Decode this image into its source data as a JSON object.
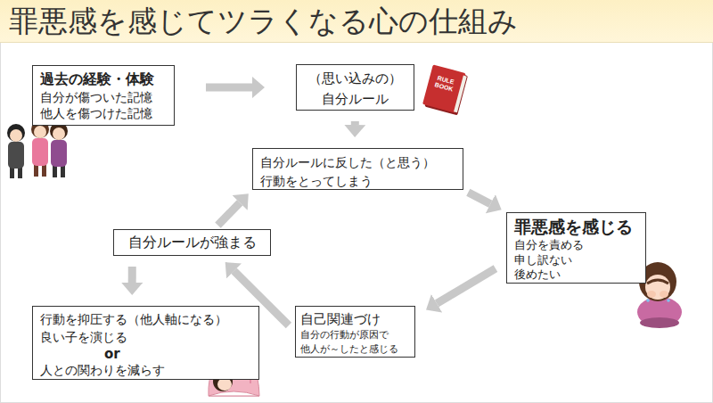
{
  "diagram": {
    "title": "罪悪感を感じてツラくなる心の仕組み",
    "nodes": [
      {
        "text": [
          "過去の経験・体験",
          "自分が傷ついた記憶 他人を傷つけた記憶"
        ]
      },
      {
        "text": [
          "（思い込みの） 自分ルール"
        ]
      },
      {
        "text": [
          "自分ルールに反した（と思う） 行動をとってしまう"
        ]
      },
      {
        "text": [
          "罪悪感を感じる",
          "自分を責める 申し訳ない 後めたい"
        ]
      },
      {
        "text": [
          "自己関連づけ",
          "自分の行動が原因で 他人が～したと感じる"
        ]
      },
      {
        "text": [
          "自分ルールが強まる"
        ]
      },
      {
        "text": [
          "行動を抑圧する（他人軸になる） 良い子を演じる",
          "or",
          "人との関わりを減らす"
        ]
      }
    ],
    "edges": [
      {
        "from": 0,
        "to": 1,
        "arrow": "to"
      },
      {
        "from": 1,
        "to": 2,
        "arrow": "to"
      },
      {
        "from": 2,
        "to": 3,
        "arrow": "to"
      },
      {
        "from": 3,
        "to": 4,
        "arrow": "to"
      },
      {
        "from": 4,
        "to": 5,
        "arrow": "to"
      },
      {
        "from": 5,
        "to": 2,
        "arrow": "to"
      },
      {
        "from": 5,
        "to": 6,
        "arrow": "to"
      }
    ],
    "labels": [
      "RULE BOOK"
    ]
  }
}
